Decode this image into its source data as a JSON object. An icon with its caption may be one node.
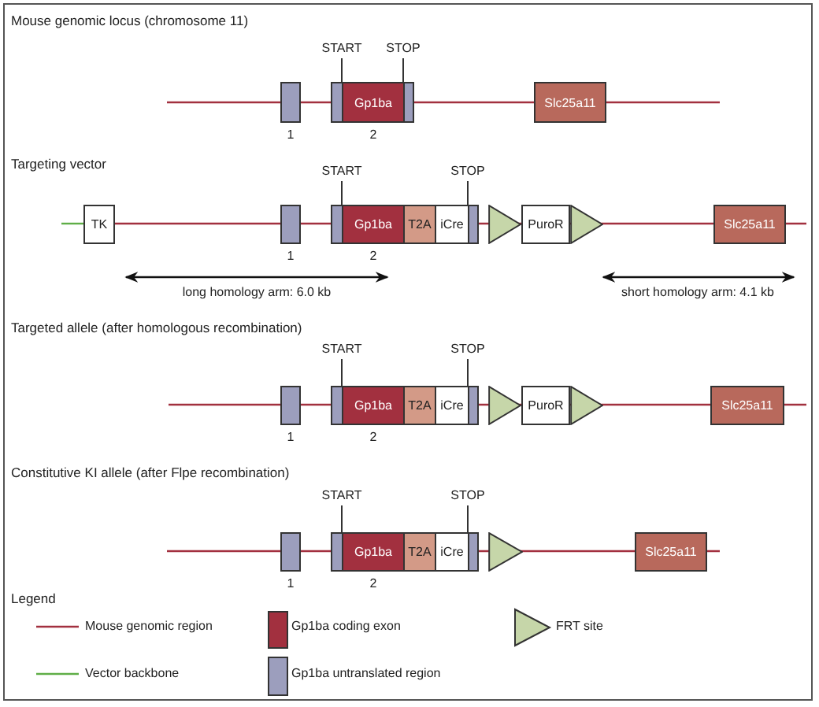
{
  "diagram": {
    "nodes": [
      {
        "text": [
          "START"
        ]
      },
      {
        "text": [
          "STOP"
        ]
      },
      {
        "text": [],
        "shape": "box",
        "beside": [
          "1"
        ]
      },
      {
        "text": [],
        "shape": "box"
      },
      {
        "text": [
          "Gp1ba"
        ],
        "beside": [
          "2"
        ]
      },
      {
        "text": [],
        "shape": "box"
      },
      {
        "text": [
          "Slc25a11"
        ]
      },
      {
        "text": [
          "START"
        ]
      },
      {
        "text": [
          "STOP"
        ]
      },
      {
        "text": [
          "TK"
        ]
      },
      {
        "text": [],
        "shape": "box",
        "beside": [
          "1"
        ]
      },
      {
        "text": [],
        "shape": "box"
      },
      {
        "text": [
          "Gp1ba"
        ],
        "beside": [
          "2"
        ]
      },
      {
        "text": [
          "T2A"
        ]
      },
      {
        "text": [
          "iCre"
        ]
      },
      {
        "text": [],
        "shape": "box"
      },
      {
        "text": [],
        "shape": "triangle"
      },
      {
        "text": [
          "PuroR"
        ]
      },
      {
        "text": [],
        "shape": "triangle"
      },
      {
        "text": [
          "Slc25a11"
        ]
      },
      {
        "text": [
          "START"
        ]
      },
      {
        "text": [
          "STOP"
        ]
      },
      {
        "text": [],
        "shape": "box",
        "beside": [
          "1"
        ]
      },
      {
        "text": [],
        "shape": "box"
      },
      {
        "text": [
          "Gp1ba"
        ],
        "beside": [
          "2"
        ]
      },
      {
        "text": [
          "T2A"
        ]
      },
      {
        "text": [
          "iCre"
        ]
      },
      {
        "text": [],
        "shape": "box"
      },
      {
        "text": [],
        "shape": "triangle"
      },
      {
        "text": [
          "PuroR"
        ]
      },
      {
        "text": [],
        "shape": "triangle"
      },
      {
        "text": [
          "Slc25a11"
        ]
      },
      {
        "text": [
          "START"
        ]
      },
      {
        "text": [
          "STOP"
        ]
      },
      {
        "text": [],
        "shape": "box",
        "beside": [
          "1"
        ]
      },
      {
        "text": [],
        "shape": "box"
      },
      {
        "text": [
          "Gp1ba"
        ],
        "beside": [
          "2"
        ]
      },
      {
        "text": [
          "T2A"
        ]
      },
      {
        "text": [
          "iCre"
        ]
      },
      {
        "text": [],
        "shape": "box"
      },
      {
        "text": [],
        "shape": "triangle"
      },
      {
        "text": [
          "Slc25a11"
        ]
      }
    ],
    "edges": [
      {
        "from": 0,
        "to": 3,
        "arrow": "none"
      },
      {
        "from": 1,
        "to": 5,
        "arrow": "none"
      },
      {
        "from": 7,
        "to": 11,
        "arrow": "none"
      },
      {
        "from": 8,
        "to": 15,
        "arrow": "none"
      },
      {
        "from": 20,
        "to": 23,
        "arrow": "none"
      },
      {
        "from": 21,
        "to": 27,
        "arrow": "none"
      },
      {
        "from": 32,
        "to": 35,
        "arrow": "none"
      },
      {
        "from": 33,
        "to": 39,
        "arrow": "none"
      }
    ],
    "labels": [
      "Mouse genomic locus (chromosome 11)",
      "Targeting vector",
      "long homology arm: 6.0 kb",
      "short homology arm: 4.1 kb",
      "Targeted allele (after homologous recombination)",
      "Constitutive KI allele (after Flpe recombination)",
      "Legend"
    ],
    "legend": [
      {
        "text": "Mouse genomic region"
      },
      {
        "text": "Vector backbone"
      },
      {
        "text": "Gp1ba coding exon",
        "color": "#a2303f"
      },
      {
        "text": "Gp1ba untranslated region",
        "color": "#9c9ebd"
      },
      {
        "text": "FRT site"
      }
    ]
  }
}
